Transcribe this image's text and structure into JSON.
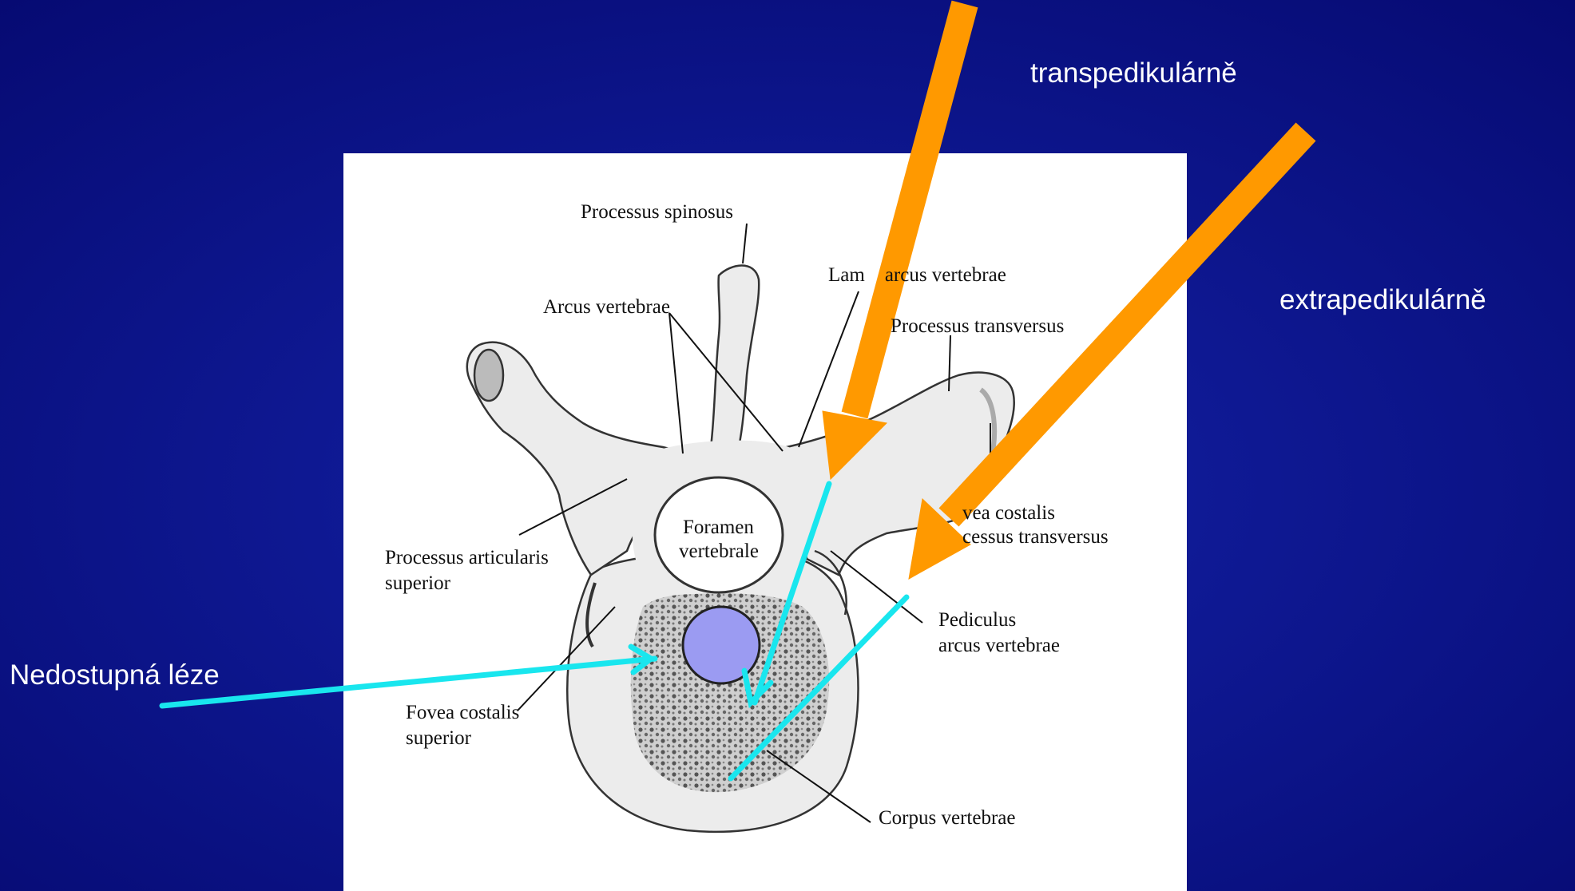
{
  "slide": {
    "background": "#0a0f8a",
    "accent_orange": "#ff9900",
    "accent_cyan": "#19e6ee",
    "lesion_fill": "#9b9bf2",
    "labels": {
      "transpedicular": "transpedikulárně",
      "extrapedicular": "extrapedikulárně",
      "inaccessible_lesion": "Nedostupná léze"
    }
  },
  "figure": {
    "labels": {
      "processus_spinosus": "Processus spinosus",
      "lamina": "Lam    arcus vertebrae",
      "arcus_vertebrae": "Arcus vertebrae",
      "processus_transversus": "Processus transversus",
      "fovea_costalis_tp_1": "vea costalis",
      "fovea_costalis_tp_2": "cessus transversus",
      "foramen_1": "Foramen",
      "foramen_2": "vertebrale",
      "proc_articularis_1": "Processus articularis",
      "proc_articularis_2": "superior",
      "pediculus_1": "Pediculus",
      "pediculus_2": "arcus vertebrae",
      "fovea_costalis_sup_1": "Fovea costalis",
      "fovea_costalis_sup_2": "superior",
      "corpus": "Corpus vertebrae"
    }
  }
}
